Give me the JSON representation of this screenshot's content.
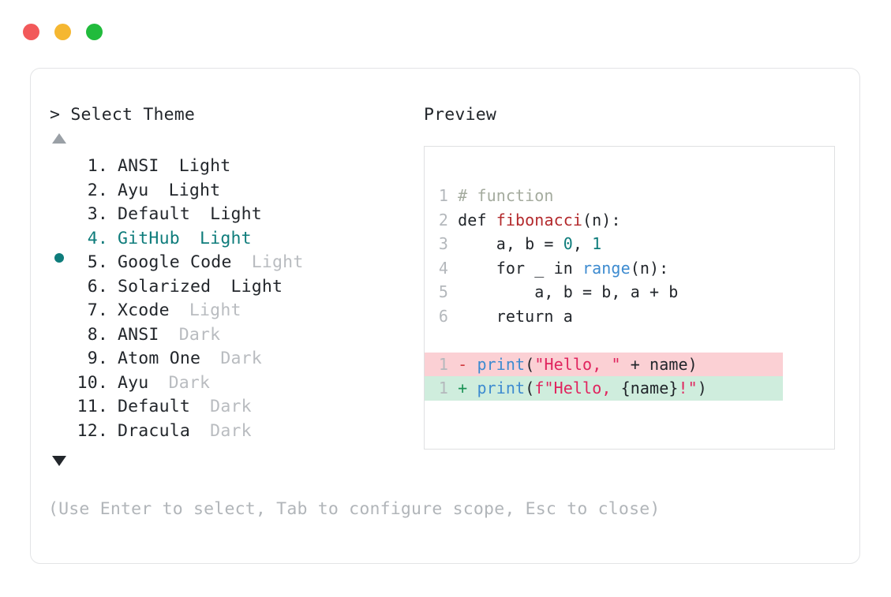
{
  "window": {
    "dots": [
      {
        "name": "close-dot",
        "color": "#f2595a"
      },
      {
        "name": "minimize-dot",
        "color": "#f5b731"
      },
      {
        "name": "maximize-dot",
        "color": "#21bb3c"
      }
    ]
  },
  "selector": {
    "prompt_caret": ">",
    "prompt_label": "Select Theme",
    "scroll_up_icon": "triangle-up",
    "scroll_down_icon": "triangle-down",
    "selected_index": 4,
    "accent_color": "#0e7c7b",
    "items": [
      {
        "index": "1.",
        "name": "ANSI",
        "suffix": "Light",
        "suffix_dim": false,
        "selected": false
      },
      {
        "index": "2.",
        "name": "Ayu",
        "suffix": "Light",
        "suffix_dim": false,
        "selected": false
      },
      {
        "index": "3.",
        "name": "Default",
        "suffix": "Light",
        "suffix_dim": false,
        "selected": false
      },
      {
        "index": "4.",
        "name": "GitHub",
        "suffix": "Light",
        "suffix_dim": false,
        "selected": true
      },
      {
        "index": "5.",
        "name": "Google Code",
        "suffix": "Light",
        "suffix_dim": true,
        "selected": false
      },
      {
        "index": "6.",
        "name": "Solarized",
        "suffix": "Light",
        "suffix_dim": false,
        "selected": false
      },
      {
        "index": "7.",
        "name": "Xcode",
        "suffix": "Light",
        "suffix_dim": true,
        "selected": false
      },
      {
        "index": "8.",
        "name": "ANSI",
        "suffix": "Dark",
        "suffix_dim": true,
        "selected": false
      },
      {
        "index": "9.",
        "name": "Atom One",
        "suffix": "Dark",
        "suffix_dim": true,
        "selected": false
      },
      {
        "index": "10.",
        "name": "Ayu",
        "suffix": "Dark",
        "suffix_dim": true,
        "selected": false
      },
      {
        "index": "11.",
        "name": "Default",
        "suffix": "Dark",
        "suffix_dim": true,
        "selected": false
      },
      {
        "index": "12.",
        "name": "Dracula",
        "suffix": "Dark",
        "suffix_dim": true,
        "selected": false
      }
    ],
    "hint": "(Use Enter to select, Tab to configure scope, Esc to close)"
  },
  "preview": {
    "label": "Preview",
    "code_lines": [
      {
        "num": "1",
        "tokens": [
          {
            "t": "# function",
            "c": "comment"
          }
        ]
      },
      {
        "num": "2",
        "tokens": [
          {
            "t": "def ",
            "c": "keyword"
          },
          {
            "t": "fibonacci",
            "c": "func"
          },
          {
            "t": "(n):",
            "c": "plain"
          }
        ]
      },
      {
        "num": "3",
        "tokens": [
          {
            "t": "    a, b = ",
            "c": "plain"
          },
          {
            "t": "0",
            "c": "number"
          },
          {
            "t": ", ",
            "c": "plain"
          },
          {
            "t": "1",
            "c": "number"
          }
        ]
      },
      {
        "num": "4",
        "tokens": [
          {
            "t": "    for _ in ",
            "c": "plain"
          },
          {
            "t": "range",
            "c": "builtin"
          },
          {
            "t": "(n):",
            "c": "plain"
          }
        ]
      },
      {
        "num": "5",
        "tokens": [
          {
            "t": "        a, b = b, a + b",
            "c": "plain"
          }
        ]
      },
      {
        "num": "6",
        "tokens": [
          {
            "t": "    return a",
            "c": "plain"
          }
        ]
      }
    ],
    "diff_lines": [
      {
        "num": "1",
        "marker": "-",
        "kind": "del",
        "tokens": [
          {
            "t": "print",
            "c": "call"
          },
          {
            "t": "(",
            "c": "plain"
          },
          {
            "t": "\"Hello, \"",
            "c": "string"
          },
          {
            "t": " + name)",
            "c": "plain"
          }
        ]
      },
      {
        "num": "1",
        "marker": "+",
        "kind": "add",
        "tokens": [
          {
            "t": "print",
            "c": "call"
          },
          {
            "t": "(",
            "c": "plain"
          },
          {
            "t": "f\"Hello, ",
            "c": "string"
          },
          {
            "t": "{name}",
            "c": "plain"
          },
          {
            "t": "!\"",
            "c": "string"
          },
          {
            "t": ")",
            "c": "plain"
          }
        ]
      }
    ],
    "diff_del_bg": "#fbd0d4",
    "diff_add_bg": "#cfeddd"
  }
}
